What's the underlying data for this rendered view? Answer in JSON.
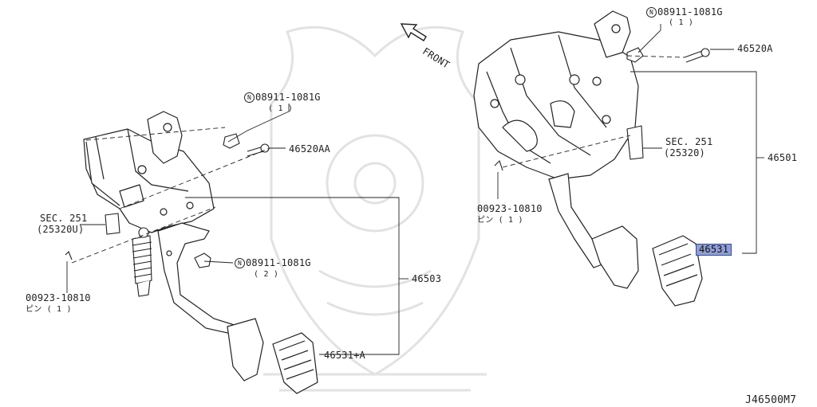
{
  "callouts": {
    "bolt_a": {
      "part_no": "08911-1081G",
      "qty": "( 1 )"
    },
    "bolt_b": {
      "part_no": "08911-1081G",
      "qty": "( 1 )"
    },
    "bolt_c": {
      "part_no": "08911-1081G",
      "qty": "( 2 )"
    },
    "bolt_symbol": "N",
    "pin_left": {
      "part_no": "00923-10810",
      "desc": "ピン ( 1 )"
    },
    "pin_right": {
      "part_no": "00923-10810",
      "desc": "ピン ( 1 )"
    },
    "sec_left": {
      "title": "SEC. 251",
      "ref": "(25320U)"
    },
    "sec_right": {
      "title": "SEC. 251",
      "ref": "(25320)"
    },
    "p_46520AA": "46520AA",
    "p_46520A": "46520A",
    "p_46503": "46503",
    "p_46501": "46501",
    "p_46531A": "46531+A",
    "p_46531": "46531",
    "front": "FRONT",
    "diagram_id": "J46500M7"
  },
  "colors": {
    "line": "#222222",
    "highlight": "#8f9fd6",
    "highlight_border": "#3a4a8a",
    "watermark": "#cfcfcf"
  }
}
